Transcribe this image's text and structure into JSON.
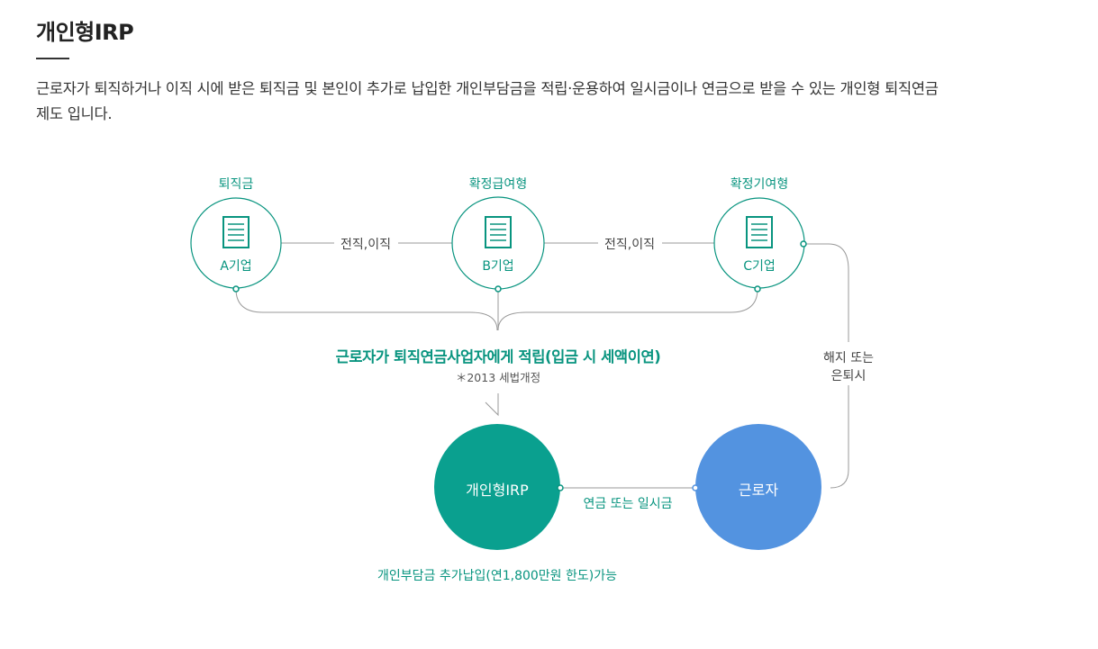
{
  "header": {
    "title": "개인형IRP",
    "description_line1": "근로자가 퇴직하거나 이직 시에 받은 퇴직금 및 본인이 추가로 납입한 개인부담금을 적립·운용하여 일시금이나 연금으로 받을 수 있는 개인형 퇴직연금",
    "description_line2": "제도 입니다."
  },
  "diagram": {
    "companies": [
      {
        "top_label": "퇴직금",
        "name": "A기업",
        "icon": "document-icon"
      },
      {
        "top_label": "확정급여형",
        "name": "B기업",
        "icon": "document-icon"
      },
      {
        "top_label": "확정기여형",
        "name": "C기업",
        "icon": "document-icon"
      }
    ],
    "transfer_labels": [
      "전직,이직",
      "전직,이직"
    ],
    "accumulate_label": "근로자가 퇴직연금사업자에게 적립(입금 시 세액이연)",
    "tax_note": "＊2013 세법개정",
    "irp_label": "개인형IRP",
    "worker_label": "근로자",
    "payout_label": "연금 또는 일시금",
    "cancel_label_line1": "해지 또는",
    "cancel_label_line2": "은퇴시",
    "extra_payment_label": "개인부담금 추가납입(연1,800만원 한도)가능",
    "colors": {
      "teal": "#08947f",
      "irp_fill": "#0aa08f",
      "worker_fill": "#5393e0",
      "line_gray": "#999999"
    }
  }
}
